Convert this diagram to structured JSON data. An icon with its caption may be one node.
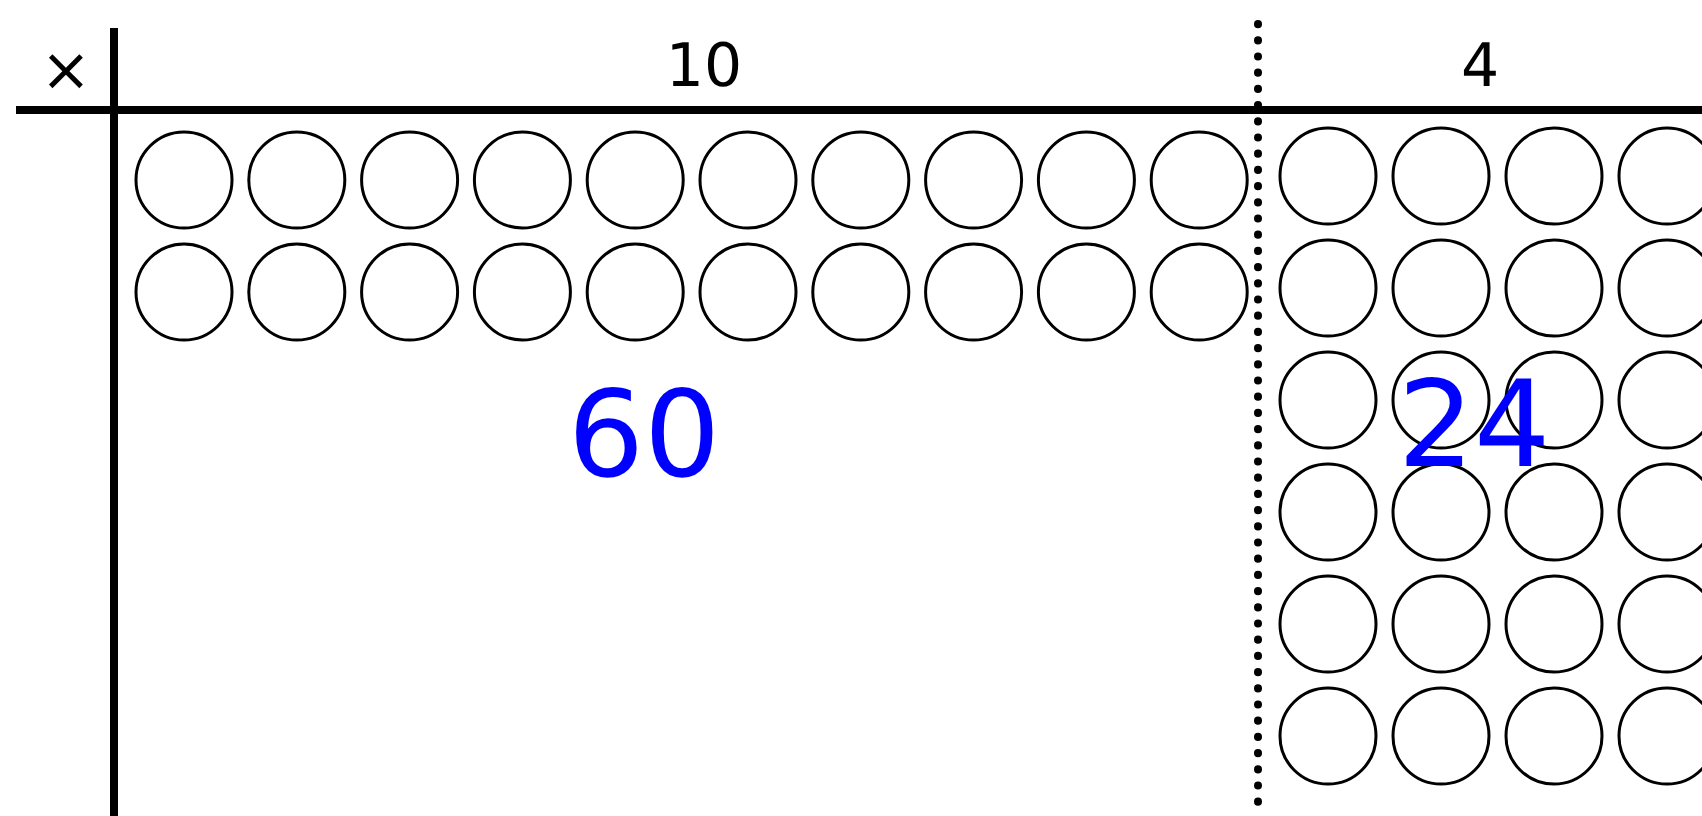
{
  "diagram": {
    "labels": [
      "×",
      "10",
      "4",
      "60",
      "24"
    ]
  }
}
